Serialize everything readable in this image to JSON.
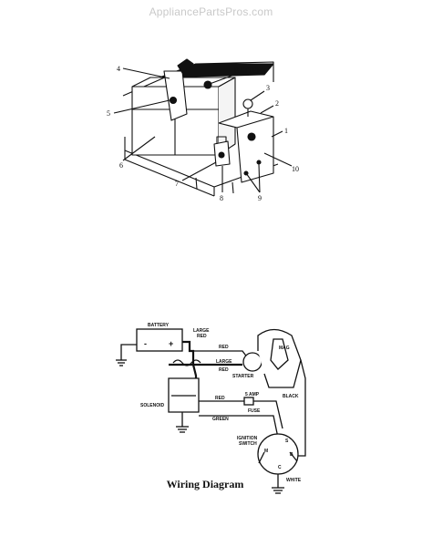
{
  "watermark": "AppliancePartsPros.com",
  "parts_diagram": {
    "callouts": [
      "1",
      "2",
      "3",
      "4",
      "5",
      "6",
      "7",
      "8",
      "9",
      "10"
    ],
    "battery_label": "BATTERY"
  },
  "wiring_diagram": {
    "caption": "Wiring Diagram",
    "labels": {
      "battery": "BATTERY",
      "minus": "-",
      "plus": "+",
      "large_red_top_1": "LARGE",
      "large_red_top_2": "RED",
      "red_top": "RED",
      "mag": "MAG",
      "large_red_mid_1": "LARGE",
      "large_red_mid_2": "RED",
      "starter": "STARTER",
      "black": "BLACK",
      "solenoid": "SOLENOID",
      "red_mid": "RED",
      "fuse_1": "5 AMP",
      "fuse_2": "FUSE",
      "green": "GREEN",
      "ignition_1": "IGNITION",
      "ignition_2": "SWITCH",
      "term_m": "M",
      "term_s": "S",
      "term_b": "B",
      "term_c": "C",
      "white": "WHITE"
    }
  }
}
